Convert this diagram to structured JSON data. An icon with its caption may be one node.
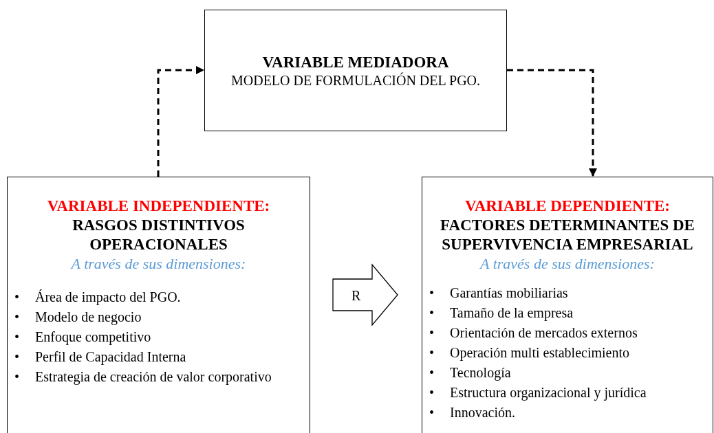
{
  "diagram": {
    "nodes": [
      {
        "text": [
          "VARIABLE MEDIADORA",
          "MODELO DE FORMULACIÓN DEL PGO."
        ]
      },
      {
        "text": [
          "VARIABLE INDEPENDIENTE:",
          "RASGOS DISTINTIVOS OPERACIONALES",
          "A través de sus dimensiones:",
          "Área de impacto del PGO.",
          "Modelo de negocio",
          "Enfoque competitivo",
          "Perfil de Capacidad Interna",
          "Estrategia de creación de valor corporativo"
        ]
      },
      {
        "text": [
          "VARIABLE DEPENDIENTE:",
          "FACTORES DETERMINANTES DE SUPERVIVENCIA EMPRESARIAL",
          "A través de sus dimensiones:",
          "Garantías mobiliarias",
          "Tamaño de la empresa",
          "Orientación de mercados externos",
          "Operación multi establecimiento",
          "Tecnología",
          "Estructura organizacional y jurídica",
          "Innovación."
        ]
      }
    ],
    "edges": [
      {
        "from": 1,
        "to": 0,
        "arrow": "to",
        "style": "dashed"
      },
      {
        "from": 0,
        "to": 2,
        "arrow": "to",
        "style": "dashed"
      },
      {
        "from": 1,
        "to": 2,
        "arrow": "to",
        "label": "R"
      }
    ],
    "labels": [
      "•",
      "•",
      "•",
      "•",
      "•",
      "•",
      "•",
      "•",
      "•",
      "•",
      "•",
      "•"
    ]
  }
}
